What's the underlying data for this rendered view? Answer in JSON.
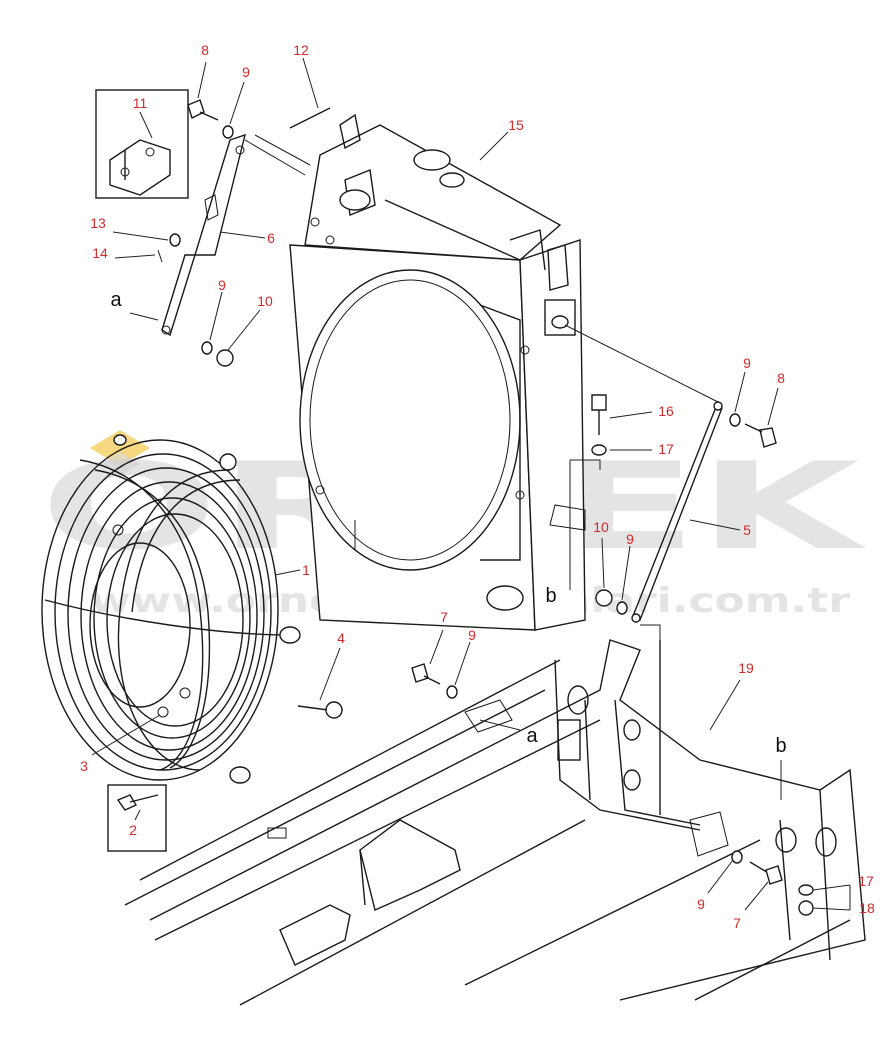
{
  "watermark": {
    "brand": "ORNEK",
    "url": "www.ornekismakinalari.com.tr",
    "logo": "diamond-logo",
    "color": "#c8c8c8",
    "accent": "#f2c84b"
  },
  "colors": {
    "callout": "#d42a2a",
    "line": "#1a1a1a",
    "letter": "#111111"
  },
  "callouts": [
    {
      "id": "c8a",
      "text": "8"
    },
    {
      "id": "c9a",
      "text": "9"
    },
    {
      "id": "c12",
      "text": "12"
    },
    {
      "id": "c15",
      "text": "15"
    },
    {
      "id": "c11",
      "text": "11"
    },
    {
      "id": "c13",
      "text": "13"
    },
    {
      "id": "c14",
      "text": "14"
    },
    {
      "id": "c6",
      "text": "6"
    },
    {
      "id": "c9b",
      "text": "9"
    },
    {
      "id": "c10a",
      "text": "10"
    },
    {
      "id": "c9c",
      "text": "9"
    },
    {
      "id": "c8b",
      "text": "8"
    },
    {
      "id": "c16",
      "text": "16"
    },
    {
      "id": "c17a",
      "text": "17"
    },
    {
      "id": "c5",
      "text": "5"
    },
    {
      "id": "c10b",
      "text": "10"
    },
    {
      "id": "c9d",
      "text": "9"
    },
    {
      "id": "c1",
      "text": "1"
    },
    {
      "id": "c4",
      "text": "4"
    },
    {
      "id": "c7a",
      "text": "7"
    },
    {
      "id": "c9e",
      "text": "9"
    },
    {
      "id": "c19",
      "text": "19"
    },
    {
      "id": "c3",
      "text": "3"
    },
    {
      "id": "c2",
      "text": "2"
    },
    {
      "id": "c17b",
      "text": "17"
    },
    {
      "id": "c18",
      "text": "18"
    },
    {
      "id": "c9f",
      "text": "9"
    },
    {
      "id": "c7b",
      "text": "7"
    }
  ],
  "letters": [
    {
      "id": "la1",
      "text": "a"
    },
    {
      "id": "lb1",
      "text": "b"
    },
    {
      "id": "la2",
      "text": "a"
    },
    {
      "id": "lb2",
      "text": "b"
    }
  ]
}
